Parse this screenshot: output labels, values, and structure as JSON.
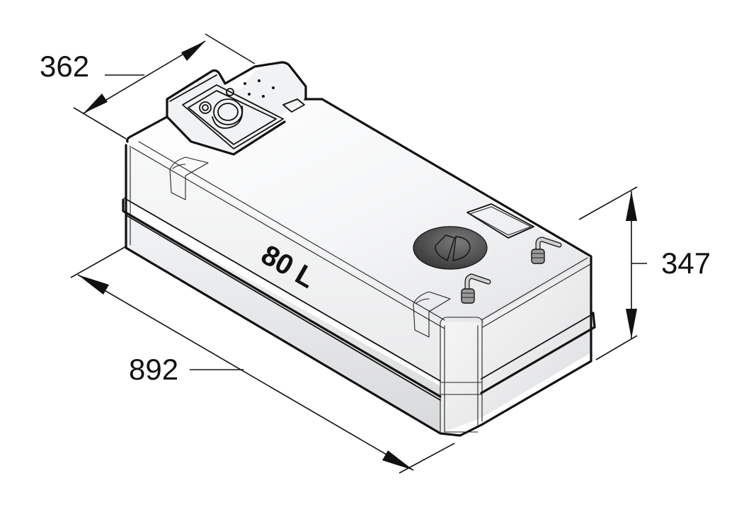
{
  "figure": {
    "subject": "80 L tank isometric dimension drawing",
    "capacity_label": "80 L",
    "colors": {
      "line": "#111111",
      "body_light": "#ffffff",
      "body_shade": "#d9dadc",
      "cap": "#4a4a4a"
    }
  },
  "dimensions": {
    "width": {
      "label": "362"
    },
    "height": {
      "label": "347"
    },
    "length": {
      "label": "892"
    }
  },
  "components": {
    "top_fitting": "inspection-lid-icon",
    "filler_cap": "round-cap-icon",
    "hose_connector_1": "elbow-connector-icon",
    "hose_connector_2": "elbow-connector-icon",
    "label_plate": "label-plate-icon"
  }
}
